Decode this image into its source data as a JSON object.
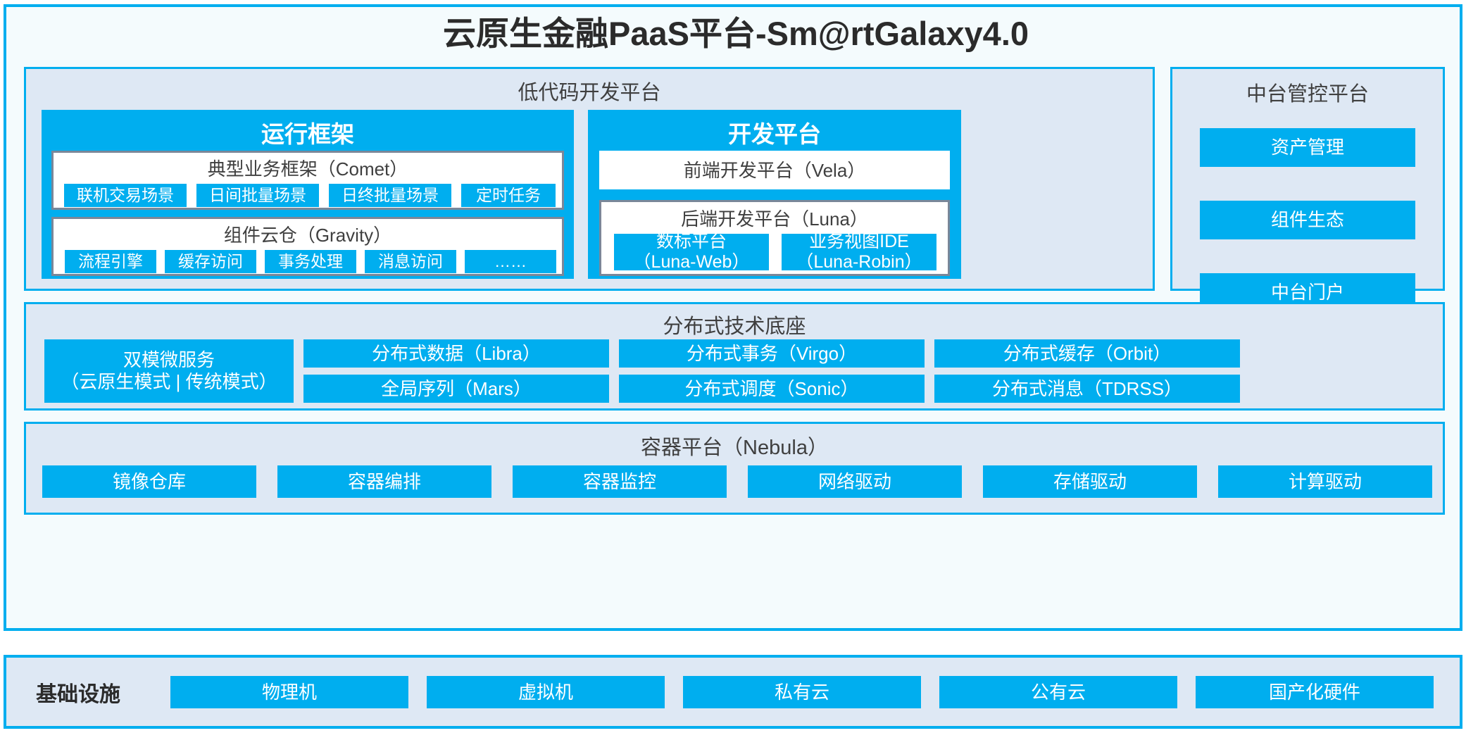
{
  "title": "云原生金融PaaS平台-Sm@rtGalaxy4.0",
  "colors": {
    "accent": "#00AEEF",
    "panel_bg": "#DEE8F4",
    "shell_bg": "#F4FBFD",
    "card_border": "#7A8799",
    "text": "#3f3f3f"
  },
  "lowcode": {
    "title": "低代码开发平台",
    "runtime": {
      "title": "运行框架",
      "comet": {
        "title": "典型业务框架（Comet）",
        "items": [
          "联机交易场景",
          "日间批量场景",
          "日终批量场景",
          "定时任务"
        ]
      },
      "gravity": {
        "title": "组件云仓（Gravity）",
        "items": [
          "流程引擎",
          "缓存访问",
          "事务处理",
          "消息访问",
          "……"
        ]
      }
    },
    "devplatform": {
      "title": "开发平台",
      "frontend": "前端开发平台（Vela）",
      "backend": {
        "title": "后端开发平台（Luna）",
        "items": [
          "数标平台\n（Luna-Web）",
          "业务视图IDE\n（Luna-Robin）"
        ]
      }
    }
  },
  "console": {
    "title": "中台管控平台",
    "items": [
      "资产管理",
      "组件生态",
      "中台门户"
    ]
  },
  "techbase": {
    "title": "分布式技术底座",
    "microservice": "双模微服务\n（云原生模式 | 传统模式）",
    "columns": [
      [
        "分布式数据（Libra）",
        "全局序列（Mars）"
      ],
      [
        "分布式事务（Virgo）",
        "分布式调度（Sonic）"
      ],
      [
        "分布式缓存（Orbit）",
        "分布式消息（TDRSS）"
      ]
    ]
  },
  "container": {
    "title": "容器平台（Nebula）",
    "items": [
      "镜像仓库",
      "容器编排",
      "容器监控",
      "网络驱动",
      "存储驱动",
      "计算驱动"
    ]
  },
  "infrastructure": {
    "label": "基础设施",
    "items": [
      "物理机",
      "虚拟机",
      "私有云",
      "公有云",
      "国产化硬件"
    ]
  }
}
